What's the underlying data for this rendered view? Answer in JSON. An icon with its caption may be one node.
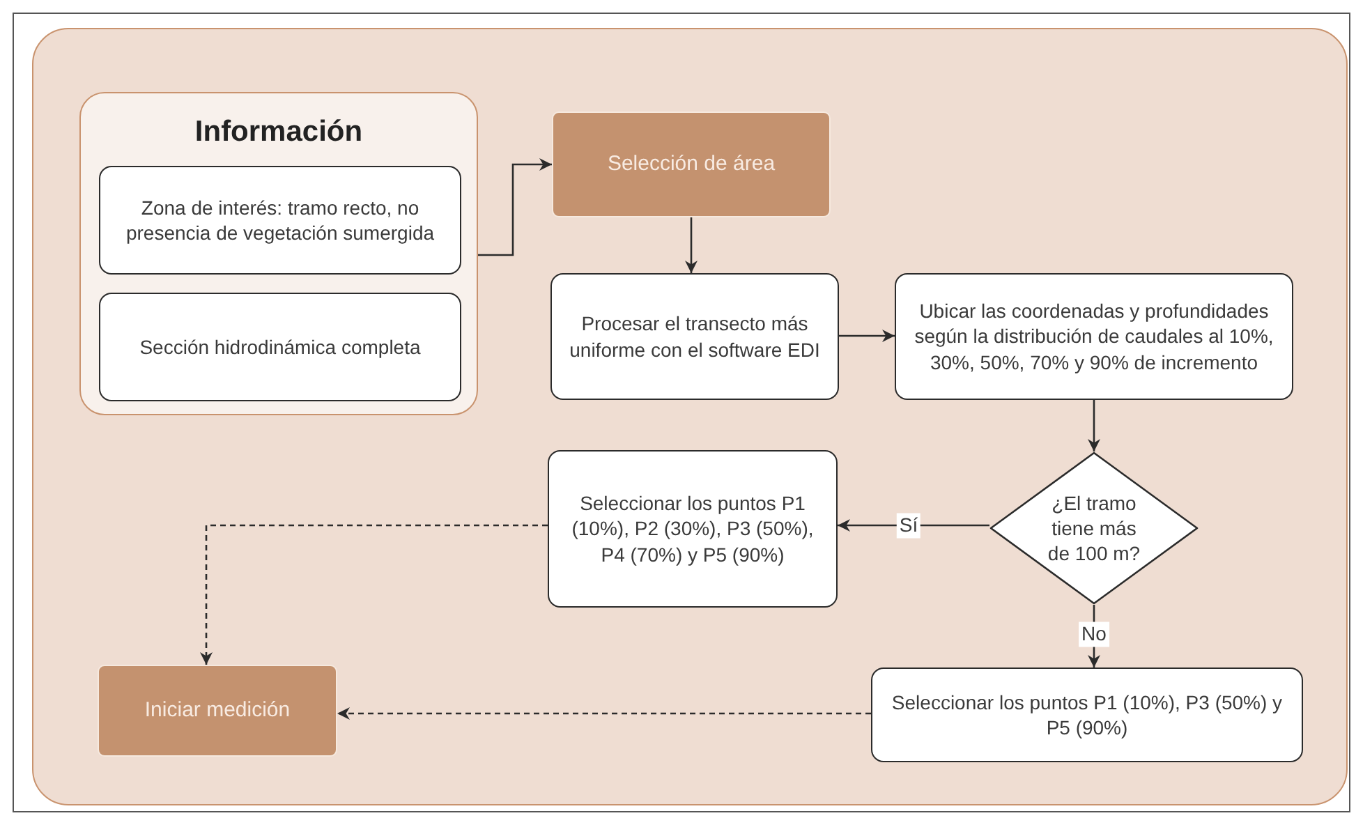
{
  "diagram": {
    "nodes": [
      {
        "text": [
          "Información"
        ]
      },
      {
        "text": [
          "Zona de interés: tramo recto, no presencia de vegetación sumergida"
        ],
        "in": 0
      },
      {
        "text": [
          "Sección hidrodinámica completa"
        ],
        "in": 0
      },
      {
        "text": [
          "Selección de área"
        ]
      },
      {
        "text": [
          "Procesar el transecto más uniforme con el software EDI"
        ]
      },
      {
        "text": [
          "Ubicar las coordenadas y profundidades según la distribución de caudales al 10%, 30%, 50%, 70% y 90% de incremento"
        ]
      },
      {
        "text": [
          "¿El tramo tiene más de 100 m?"
        ]
      },
      {
        "text": [
          "Seleccionar los puntos P1 (10%), P2 (30%), P3 (50%), P4 (70%) y P5 (90%)"
        ]
      },
      {
        "text": [
          "Iniciar medición"
        ]
      },
      {
        "text": [
          "Seleccionar los puntos P1 (10%), P3 (50%) y P5 (90%)"
        ]
      }
    ],
    "edges": [
      {
        "from": 0,
        "to": 3,
        "arrow": "to"
      },
      {
        "from": 3,
        "to": 4,
        "arrow": "to"
      },
      {
        "from": 4,
        "to": 5,
        "arrow": "to"
      },
      {
        "from": 5,
        "to": 6,
        "arrow": "to"
      },
      {
        "from": 6,
        "to": 7,
        "arrow": "to",
        "label": "Sí"
      },
      {
        "from": 6,
        "to": 9,
        "arrow": "to",
        "label": "No"
      },
      {
        "from": 7,
        "to": 8,
        "arrow": "to",
        "style": "dashed"
      },
      {
        "from": 9,
        "to": 8,
        "arrow": "to",
        "style": "dashed"
      }
    ]
  }
}
